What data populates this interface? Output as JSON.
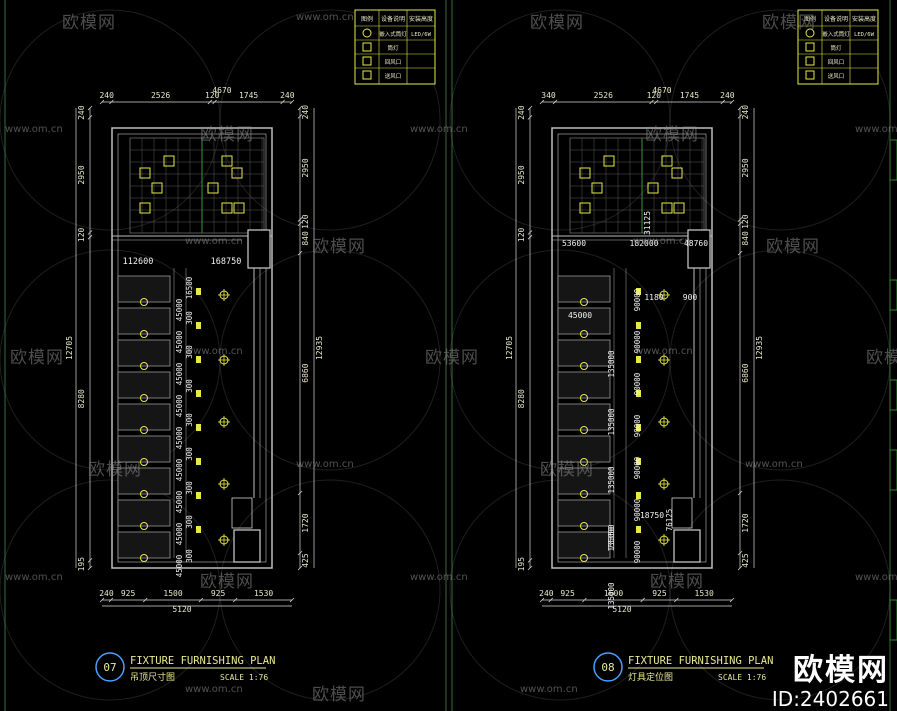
{
  "plans": [
    {
      "dims_top_total": "4670",
      "dims_top": [
        "240",
        "2526",
        "120",
        "1745",
        "240"
      ],
      "dims_bottom": [
        "240",
        "925",
        "1500",
        "925",
        "1530"
      ],
      "dims_bottom_total": "5120",
      "dims_left": [
        "240",
        "2950",
        "120",
        "8280",
        "195"
      ],
      "dims_left_total": "12705",
      "dims_right": [
        "240",
        "2950",
        "120",
        "840",
        "6860",
        "1720",
        "425"
      ],
      "dims_right_total": "12935",
      "labels": [
        "112600",
        "168750",
        "45000",
        "300",
        "16500"
      ],
      "title_number": "07",
      "title": "FIXTURE FURNISHING PLAN",
      "subtitle": "吊顶尺寸图",
      "scale": "SCALE 1:76"
    },
    {
      "dims_top_total": "4670",
      "dims_top": [
        "340",
        "2526",
        "120",
        "1745",
        "240"
      ],
      "dims_bottom": [
        "240",
        "925",
        "1600",
        "925",
        "1530"
      ],
      "dims_bottom_total": "5120",
      "dims_left": [
        "240",
        "2950",
        "120",
        "8280",
        "195"
      ],
      "dims_left_total": "12705",
      "dims_right": [
        "240",
        "2950",
        "120",
        "840",
        "6860",
        "1720",
        "425"
      ],
      "dims_right_total": "12935",
      "labels": [
        "53600",
        "31125",
        "182000",
        "48760",
        "1180",
        "900",
        "45000",
        "18750",
        "135000",
        "90000",
        "76125",
        "73350"
      ],
      "title_number": "08",
      "title": "FIXTURE FURNISHING PLAN",
      "subtitle": "灯具定位图",
      "scale": "SCALE 1:76"
    }
  ],
  "legend": {
    "header": [
      "图例",
      "设备说明",
      "安装高度"
    ],
    "rows": [
      [
        "",
        "嵌入式筒灯",
        "LED/6W"
      ],
      [
        "",
        "筒灯",
        ""
      ],
      [
        "",
        "回风口",
        ""
      ],
      [
        "",
        "送风口",
        ""
      ]
    ]
  },
  "watermark": {
    "text": "欧模网",
    "url": "www.om.cn"
  },
  "brand": {
    "name": "欧模网",
    "id": "ID:2402661"
  }
}
